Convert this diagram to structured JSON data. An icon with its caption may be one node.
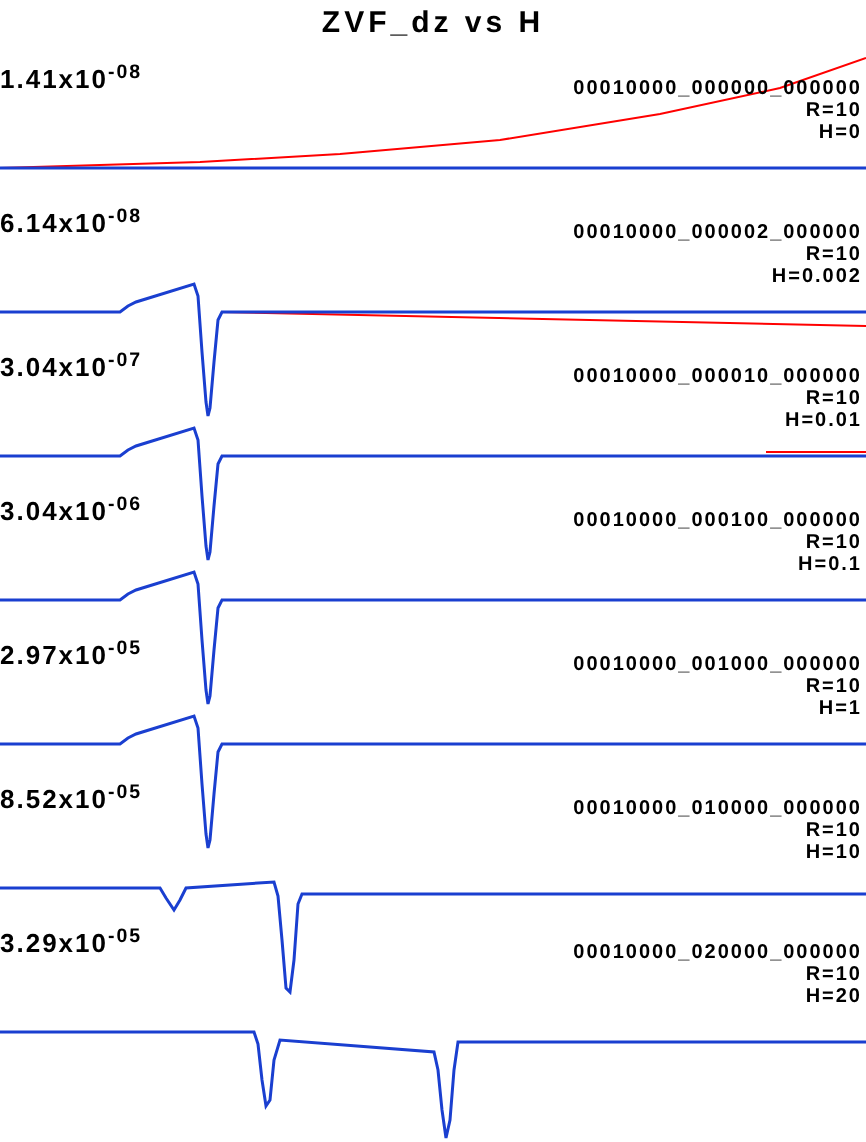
{
  "diagram": {
    "title": "ZVF_dz vs H",
    "labels": [
      "1.41x10$^{-08}$",
      "00010000_000000_000000",
      "R=10",
      "H=0",
      "6.14x10$^{-08}$",
      "00010000_000002_000000",
      "R=10",
      "H=0.002",
      "3.04x10$^{-07}$",
      "00010000_000010_000000",
      "R=10",
      "H=0.01",
      "3.04x10$^{-06}$",
      "00010000_000100_000000",
      "R=10",
      "H=0.1",
      "2.97x10$^{-05}$",
      "00010000_001000_000000",
      "R=10",
      "H=1",
      "8.52x10$^{-05}$",
      "00010000_010000_000000",
      "R=10",
      "H=10",
      "3.29x10$^{-05}$",
      "00010000_020000_000000",
      "R=10",
      "H=20"
    ]
  }
}
